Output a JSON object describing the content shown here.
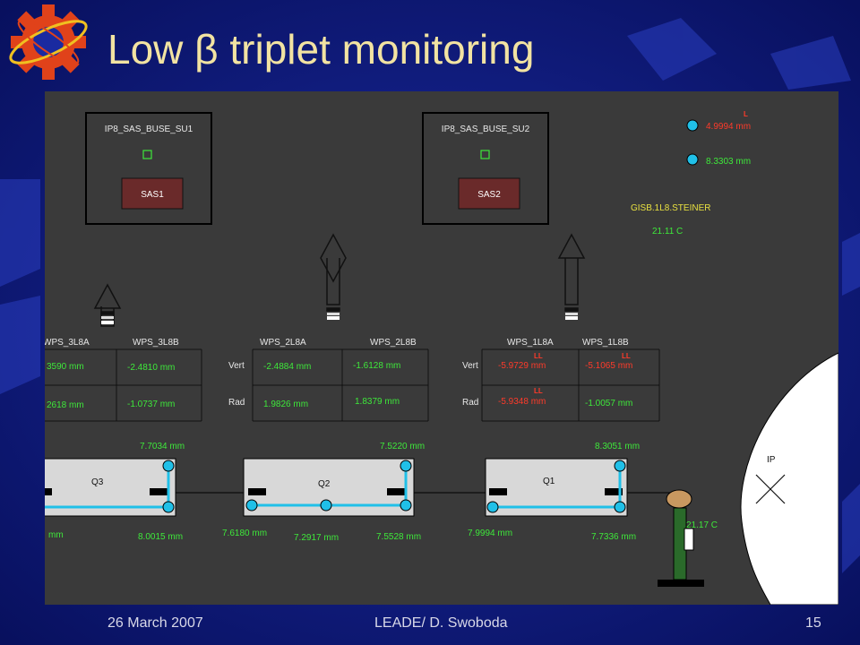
{
  "slide": {
    "title": "Low β triplet monitoring",
    "footer_date": "26 March 2007",
    "footer_author": "LEADE/ D. Swoboda",
    "footer_page": "15"
  },
  "colors": {
    "background": "#0a1470",
    "title": "#f2e3a2",
    "panel": "#3a3a3a",
    "value_green": "#3ee83a",
    "alarm_red": "#ff3a2a",
    "sensor_line": "#20c0e8"
  },
  "sas_boxes": [
    {
      "name": "IP8_SAS_BUSE_SU1",
      "button": "SAS1"
    },
    {
      "name": "IP8_SAS_BUSE_SU2",
      "button": "SAS2"
    }
  ],
  "sensors_top_right": {
    "flag": "L",
    "value1": "4.9994 mm",
    "value2": "8.3303 mm",
    "device": "GISB.1L8.STEINER",
    "temperature": "21.11 C"
  },
  "wps_tables": [
    {
      "col1": "WPS_3L8A",
      "col2": "WPS_3L8B",
      "vert_label": "",
      "rad_label": "",
      "vert1": "3590 mm",
      "vert2": "-2.4810 mm",
      "rad1": "2618 mm",
      "rad2": "-1.0737 mm"
    },
    {
      "col1": "WPS_2L8A",
      "col2": "WPS_2L8B",
      "vert_label": "Vert",
      "rad_label": "Rad",
      "vert1": "-2.4884 mm",
      "vert2": "-1.6128 mm",
      "rad1": "1.9826 mm",
      "rad2": "1.8379 mm"
    },
    {
      "col1": "WPS_1L8A",
      "col2": "WPS_1L8B",
      "vert_label": "Vert",
      "rad_label": "Rad",
      "vert1": "-5.9729 mm",
      "vert2": "-5.1065 mm",
      "rad1": "-5.9348 mm",
      "rad2": "-1.0057 mm",
      "flag_vert1": "LL",
      "flag_vert2": "LL",
      "flag_rad1": "LL"
    }
  ],
  "magnets": [
    {
      "label": "Q3",
      "top_value": "7.7034 mm",
      "bl_value": "mm",
      "br_value": "8.0015 mm"
    },
    {
      "label": "Q2",
      "top_value": "7.5220 mm",
      "bl_value": "7.6180 mm",
      "bm_value": "7.2917 mm",
      "br_value": "7.5528 mm"
    },
    {
      "label": "Q1",
      "top_value": "8.3051 mm",
      "bl_value": "7.9994 mm",
      "br_value": "7.7336 mm"
    }
  ],
  "ip": {
    "label": "IP",
    "temperature": "21.17 C"
  }
}
